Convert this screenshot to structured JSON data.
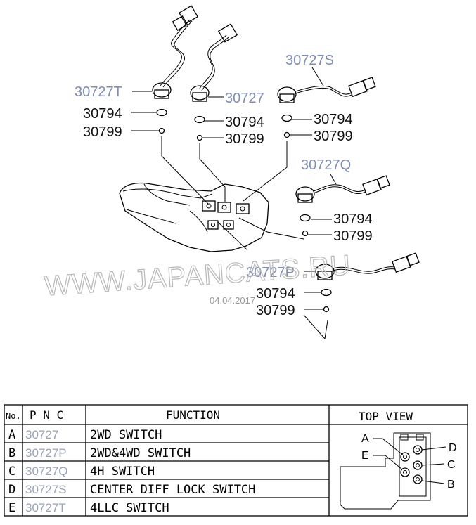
{
  "callouts": {
    "t_label": "30727T",
    "a_label": "30727",
    "s_label": "30727S",
    "q_label": "30727Q",
    "p_label": "30727P",
    "oring_1": "30794",
    "oring_2": "30794",
    "oring_3": "30794",
    "oring_4": "30794",
    "oring_5": "30794",
    "ball_1": "30799",
    "ball_2": "30799",
    "ball_3": "30799",
    "ball_4": "30799",
    "ball_5": "30799"
  },
  "watermark": "WWW.JAPANCATS.RU",
  "date_stamp": "04.04.2017",
  "table": {
    "headers": {
      "no": "No.",
      "pnc": "P N C",
      "function": "FUNCTION",
      "top_view": "TOP VIEW"
    },
    "rows": [
      {
        "no": "A",
        "pnc": "30727",
        "function": "2WD SWITCH"
      },
      {
        "no": "B",
        "pnc": "30727P",
        "function": "2WD&4WD SWITCH"
      },
      {
        "no": "C",
        "pnc": "30727Q",
        "function": "4H SWITCH"
      },
      {
        "no": "D",
        "pnc": "30727S",
        "function": "CENTER DIFF LOCK SWITCH"
      },
      {
        "no": "E",
        "pnc": "30727T",
        "function": "4LLC SWITCH"
      }
    ],
    "top_view_letters": {
      "a": "A",
      "b": "B",
      "c": "C",
      "d": "D",
      "e": "E"
    }
  }
}
